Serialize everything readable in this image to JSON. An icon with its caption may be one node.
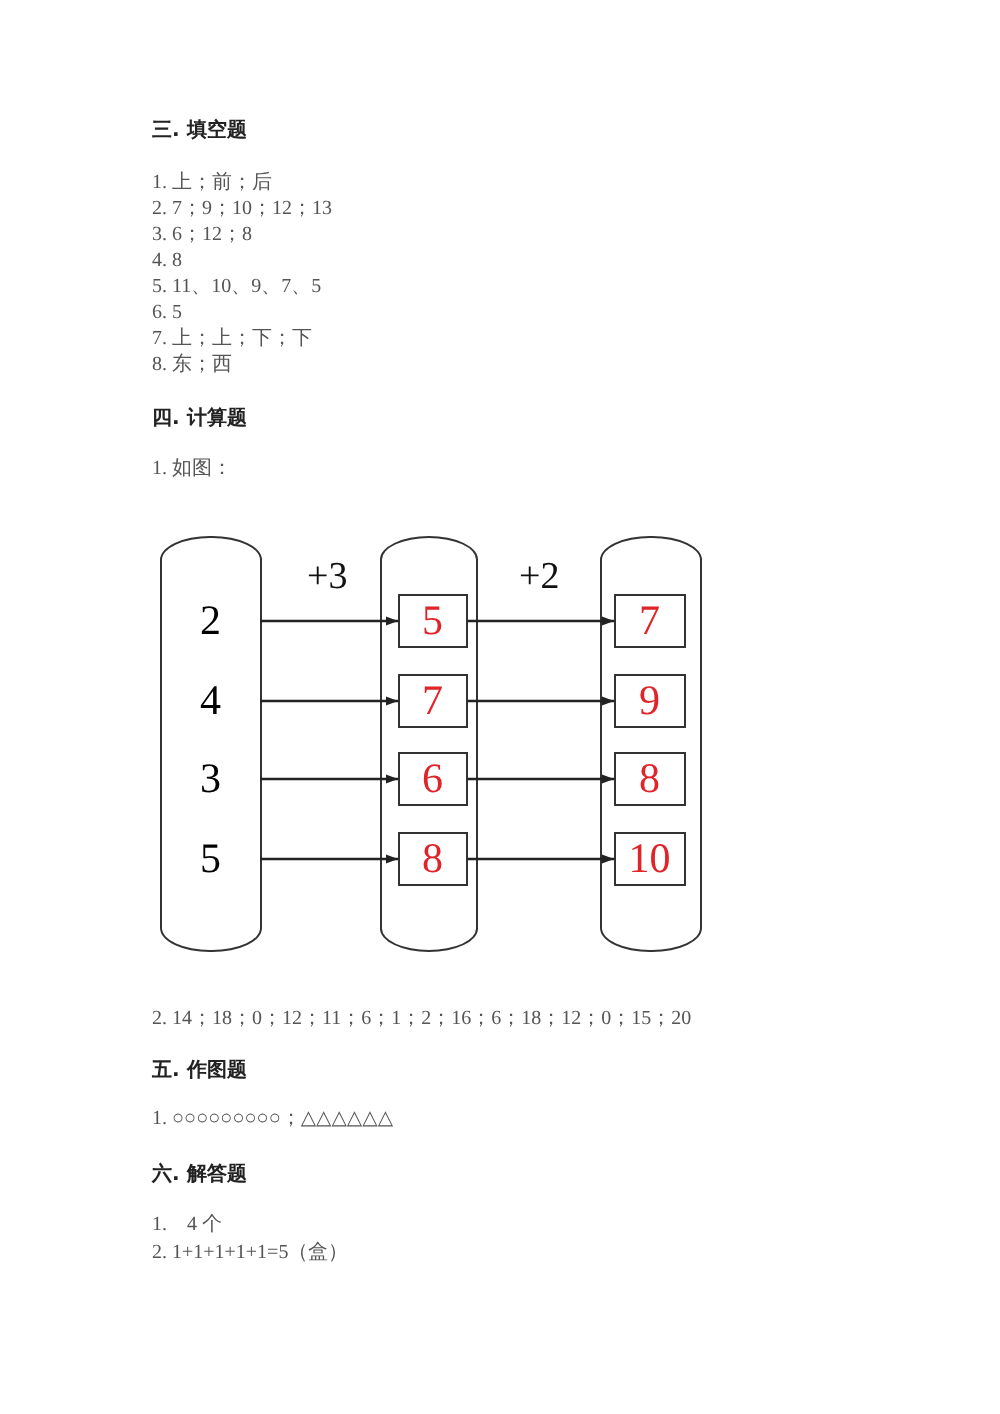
{
  "diagram": {
    "nodes": [
      {
        "text": [],
        "shape": "cylinder"
      },
      {
        "text": [
          "2"
        ],
        "in": 0
      },
      {
        "text": [
          "4"
        ],
        "in": 0
      },
      {
        "text": [
          "3"
        ],
        "in": 0
      },
      {
        "text": [
          "5"
        ],
        "in": 0
      },
      {
        "text": [],
        "shape": "cylinder"
      },
      {
        "text": [
          "5"
        ],
        "in": 5
      },
      {
        "text": [
          "7"
        ],
        "in": 5
      },
      {
        "text": [
          "6"
        ],
        "in": 5
      },
      {
        "text": [
          "8"
        ],
        "in": 5
      },
      {
        "text": [],
        "shape": "cylinder"
      },
      {
        "text": [
          "7"
        ],
        "in": 10
      },
      {
        "text": [
          "9"
        ],
        "in": 10
      },
      {
        "text": [
          "8"
        ],
        "in": 10
      },
      {
        "text": [
          "10"
        ],
        "in": 10
      }
    ],
    "edges": [
      {
        "from": 1,
        "to": 6,
        "arrow": "to",
        "label": "+3"
      },
      {
        "from": 2,
        "to": 7,
        "arrow": "to"
      },
      {
        "from": 3,
        "to": 8,
        "arrow": "to"
      },
      {
        "from": 4,
        "to": 9,
        "arrow": "to"
      },
      {
        "from": 6,
        "to": 11,
        "arrow": "to",
        "label": "+2"
      },
      {
        "from": 7,
        "to": 12,
        "arrow": "to"
      },
      {
        "from": 8,
        "to": 13,
        "arrow": "to"
      },
      {
        "from": 9,
        "to": 14,
        "arrow": "to"
      }
    ],
    "labels": [
      "三. 填空题",
      "1. 上；前；后",
      "2. 7；9；10；12；13",
      "3. 6；12；8",
      "4. 8",
      "5. 11、10、9、7、5",
      "6. 5",
      "7. 上；上；下；下",
      "8. 东；西",
      "四. 计算题",
      "1. 如图：",
      "2. 14；18；0；12；11；6；1；2；16；6；18；12；0；15；20",
      "五. 作图题",
      "1. ○○○○○○○○○；△△△△△△",
      "六. 解答题",
      "1.　4 个",
      "2. 1+1+1+1+1=5（盒）"
    ]
  }
}
